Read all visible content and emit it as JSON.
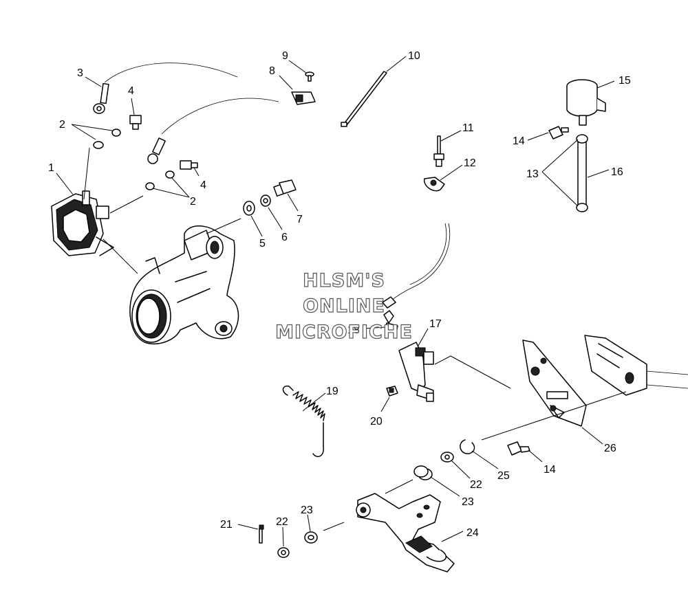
{
  "watermark": {
    "line1": "HLSM'S",
    "line2": "ONLINE",
    "line3": "MICROFICHE"
  },
  "callouts": [
    {
      "id": "c1",
      "text": "1"
    },
    {
      "id": "c2a",
      "text": "2"
    },
    {
      "id": "c2b",
      "text": "2"
    },
    {
      "id": "c3",
      "text": "3"
    },
    {
      "id": "c4a",
      "text": "4"
    },
    {
      "id": "c4b",
      "text": "4"
    },
    {
      "id": "c5",
      "text": "5"
    },
    {
      "id": "c6",
      "text": "6"
    },
    {
      "id": "c7",
      "text": "7"
    },
    {
      "id": "c8",
      "text": "8"
    },
    {
      "id": "c9",
      "text": "9"
    },
    {
      "id": "c10",
      "text": "10"
    },
    {
      "id": "c11",
      "text": "11"
    },
    {
      "id": "c12",
      "text": "12"
    },
    {
      "id": "c13",
      "text": "13"
    },
    {
      "id": "c14a",
      "text": "14"
    },
    {
      "id": "c14b",
      "text": "14"
    },
    {
      "id": "c15",
      "text": "15"
    },
    {
      "id": "c16",
      "text": "16"
    },
    {
      "id": "c17",
      "text": "17"
    },
    {
      "id": "c18",
      "text": "18"
    },
    {
      "id": "c19",
      "text": "19"
    },
    {
      "id": "c20",
      "text": "20"
    },
    {
      "id": "c21",
      "text": "21"
    },
    {
      "id": "c22a",
      "text": "22"
    },
    {
      "id": "c22b",
      "text": "22"
    },
    {
      "id": "c23a",
      "text": "23"
    },
    {
      "id": "c23b",
      "text": "23"
    },
    {
      "id": "c24",
      "text": "24"
    },
    {
      "id": "c25",
      "text": "25"
    },
    {
      "id": "c26",
      "text": "26"
    }
  ]
}
